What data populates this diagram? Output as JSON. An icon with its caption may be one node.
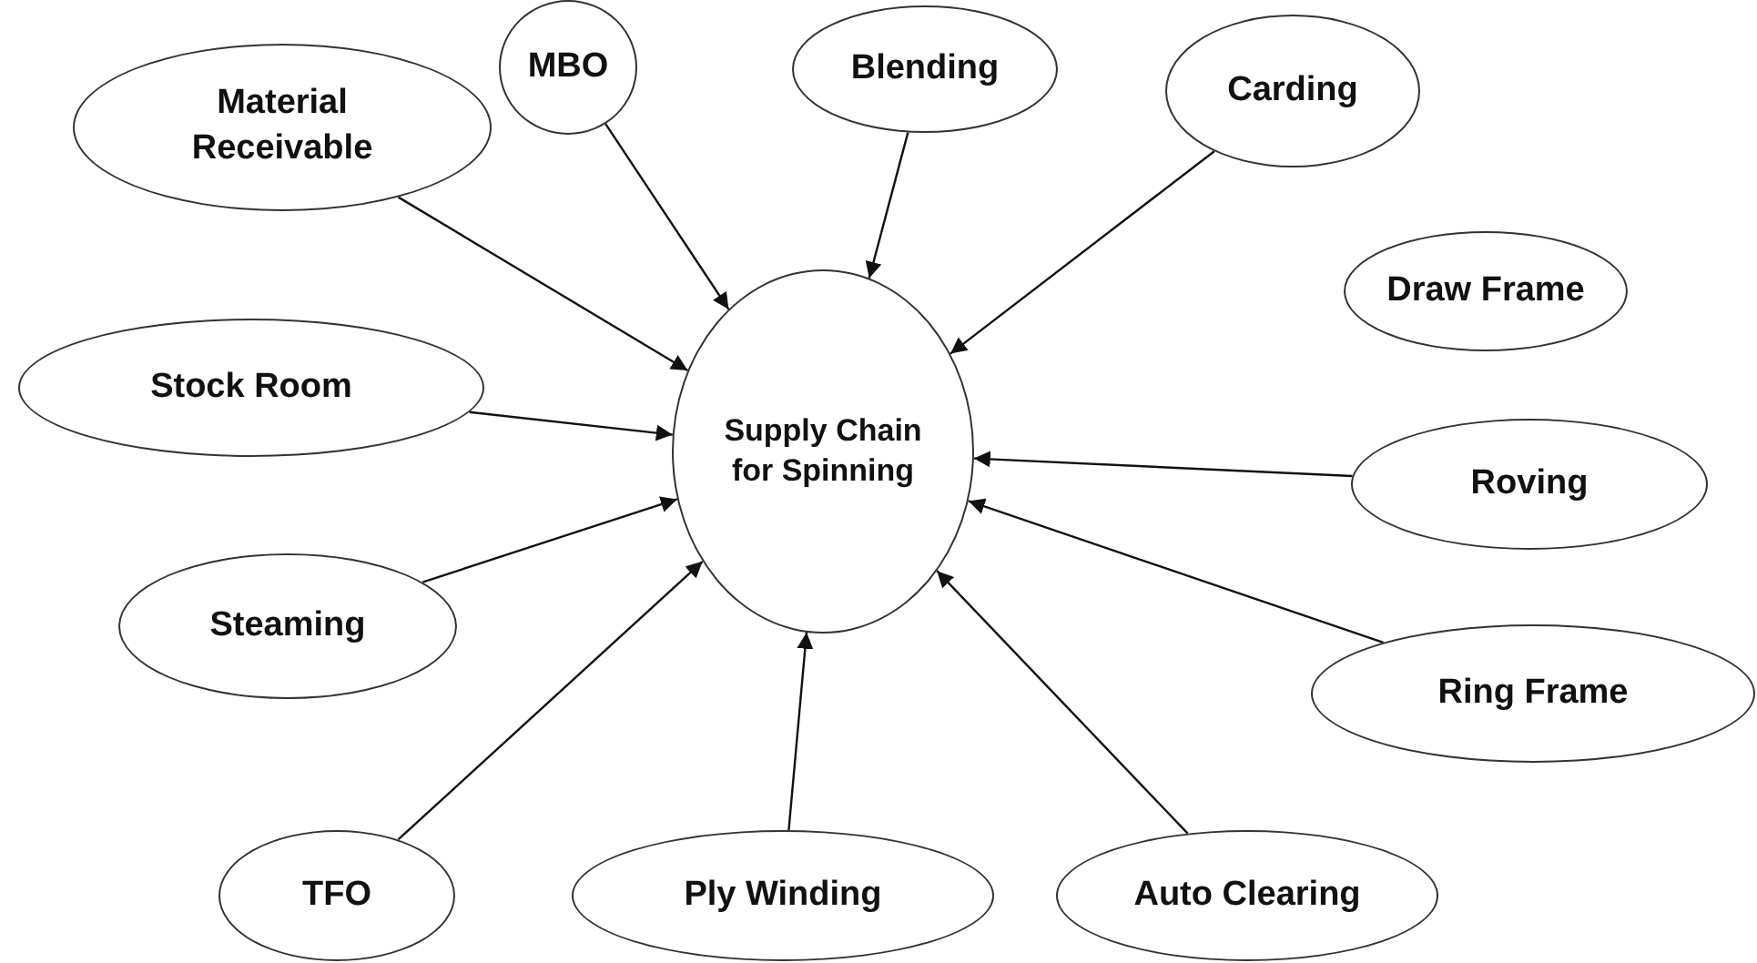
{
  "diagram": {
    "nodes": [
      {
        "text": [
          "Material Receivable"
        ]
      },
      {
        "text": [
          "MBO"
        ]
      },
      {
        "text": [
          "Blending"
        ]
      },
      {
        "text": [
          "Carding"
        ]
      },
      {
        "text": [
          "Draw Frame"
        ]
      },
      {
        "text": [
          "Supply Chain for Spinning"
        ]
      },
      {
        "text": [
          "Stock Room"
        ]
      },
      {
        "text": [
          "Roving"
        ]
      },
      {
        "text": [
          "Steaming"
        ]
      },
      {
        "text": [
          "Ring Frame"
        ]
      },
      {
        "text": [
          "TFO"
        ]
      },
      {
        "text": [
          "Ply Winding"
        ]
      },
      {
        "text": [
          "Auto Clearing"
        ]
      }
    ],
    "edges": [
      {
        "from": 0,
        "to": 5,
        "arrow": "to"
      },
      {
        "from": 1,
        "to": 5,
        "arrow": "to"
      },
      {
        "from": 2,
        "to": 5,
        "arrow": "to"
      },
      {
        "from": 3,
        "to": 5,
        "arrow": "to"
      },
      {
        "from": 6,
        "to": 5,
        "arrow": "to"
      },
      {
        "from": 7,
        "to": 5,
        "arrow": "to"
      },
      {
        "from": 8,
        "to": 5,
        "arrow": "to"
      },
      {
        "from": 9,
        "to": 5,
        "arrow": "to"
      },
      {
        "from": 10,
        "to": 5,
        "arrow": "to"
      },
      {
        "from": 11,
        "to": 5,
        "arrow": "to"
      },
      {
        "from": 12,
        "to": 5,
        "arrow": "to"
      }
    ]
  }
}
